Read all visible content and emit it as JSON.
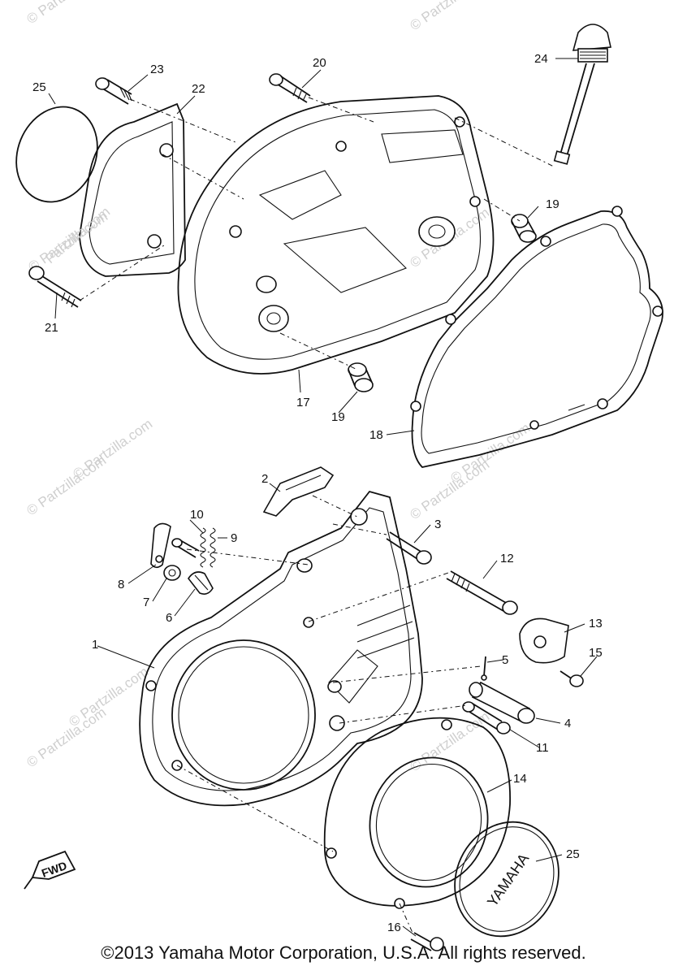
{
  "callouts": {
    "c1": "1",
    "c2": "2",
    "c3": "3",
    "c4": "4",
    "c5": "5",
    "c6": "6",
    "c7": "7",
    "c8": "8",
    "c9": "9",
    "c10": "10",
    "c11": "11",
    "c12": "12",
    "c13": "13",
    "c14": "14",
    "c15": "15",
    "c16": "16",
    "c17": "17",
    "c18": "18",
    "c19a": "19",
    "c19b": "19",
    "c20": "20",
    "c21": "21",
    "c22": "22",
    "c23": "23",
    "c24": "24",
    "c25a": "25",
    "c25b": "25"
  },
  "labels": {
    "fwd": "FWD",
    "cap_logo": "YAMAHA"
  },
  "watermark": {
    "text": "© Partzilla.com",
    "text_short": "Partzilla.com"
  },
  "copyright": "©2013 Yamaha Motor Corporation, U.S.A. All rights reserved."
}
